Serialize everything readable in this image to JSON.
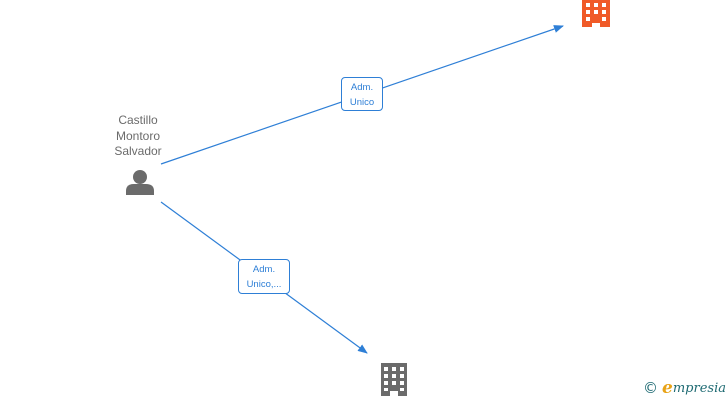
{
  "person": {
    "name_lines": [
      "Castillo",
      "Montoro",
      "Salvador"
    ],
    "icon": "person-icon",
    "color": "#6b6b6b"
  },
  "companies": [
    {
      "icon": "building-icon",
      "color": "#f05a28"
    },
    {
      "icon": "building-icon",
      "color": "#6b6b6b"
    }
  ],
  "edges": [
    {
      "label_lines": [
        "Adm.",
        "Unico"
      ]
    },
    {
      "label_lines": [
        "Adm.",
        "Unico,..."
      ]
    }
  ],
  "colors": {
    "edge": "#2e7fd6",
    "label_text": "#2e7fd6",
    "watermark": "#1f6b73",
    "brand_accent": "#e8a317"
  },
  "watermark": {
    "copyright_symbol": "©",
    "brand_initial": "e",
    "brand_rest": "mpresia"
  }
}
